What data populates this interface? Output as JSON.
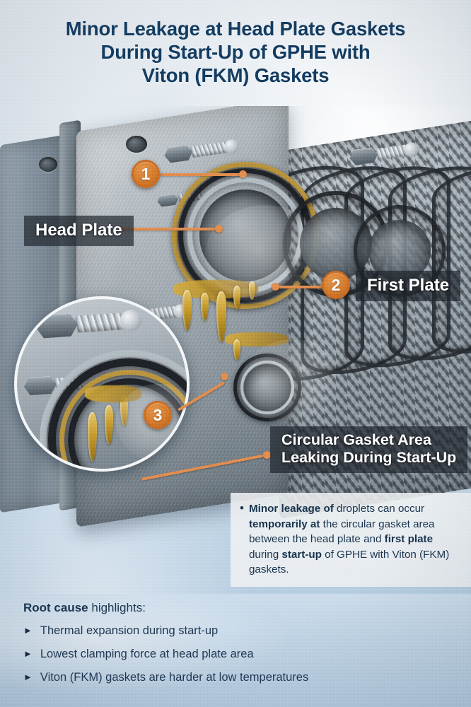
{
  "title": {
    "line1": "Minor Leakage at Head Plate Gaskets",
    "line2": "During Start-Up of GPHE with",
    "line3": "Viton (FKM) Gaskets",
    "color": "#123a5e"
  },
  "accent": {
    "marker_orange": "#d1762a",
    "leader_orange": "#e08b4d",
    "chip_dark": "rgba(30,36,43,0.70)"
  },
  "markers": [
    {
      "id": "1",
      "label": "marker-one"
    },
    {
      "id": "2",
      "label": "marker-two"
    },
    {
      "id": "3",
      "label": "marker-three"
    }
  ],
  "callouts": {
    "head_plate": "Head Plate",
    "first_plate": "First Plate",
    "gasket_area_line1": "Circular Gasket Area",
    "gasket_area_line2": "Leaking During Start-Up"
  },
  "info_card": {
    "bullet": "•",
    "segments": [
      {
        "text": "Minor leakage of ",
        "bold": true
      },
      {
        "text": "droplets can occur ",
        "bold": false
      },
      {
        "text": "temporarily at ",
        "bold": true
      },
      {
        "text": "the circular gasket area between the head plate and ",
        "bold": false
      },
      {
        "text": "first plate ",
        "bold": true
      },
      {
        "text": "during ",
        "bold": false
      },
      {
        "text": "start-up ",
        "bold": true
      },
      {
        "text": "of GPHE with Viton (FKM) gaskets.",
        "bold": false
      }
    ]
  },
  "root_cause": {
    "heading_bold": "Root cause",
    "heading_rest": " highlights:",
    "arrow_glyph": "►",
    "items": [
      "Thermal expansion during start-up",
      "Lowest clamping force at head plate area",
      "Viton (FKM) gaskets are harder at low temperatures"
    ]
  }
}
